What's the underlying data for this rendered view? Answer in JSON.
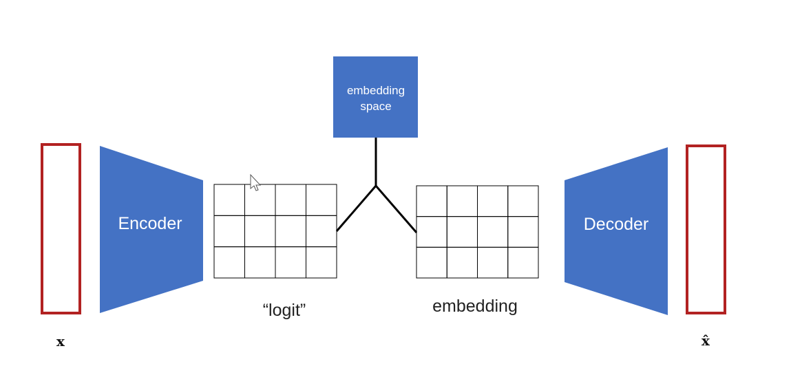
{
  "encoder": {
    "label": "Encoder"
  },
  "decoder": {
    "label": "Decoder"
  },
  "embedding_space": {
    "line1": "embedding",
    "line2": "space"
  },
  "logit_grid": {
    "label": "“logit”",
    "rows": 3,
    "cols": 4
  },
  "embedding_grid": {
    "label": "embedding",
    "rows": 3,
    "cols": 4
  },
  "input": {
    "label": "x"
  },
  "output": {
    "label": "x̂"
  },
  "colors": {
    "blue": "#4472C4",
    "red": "#B22222"
  }
}
